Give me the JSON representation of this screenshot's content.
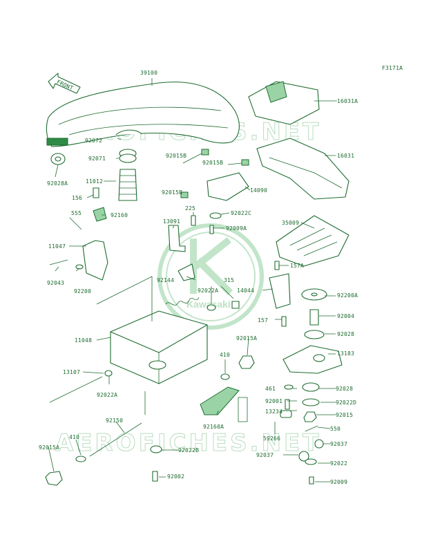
{
  "ref_code": "F3171A",
  "front_label": "FRONT",
  "watermark": "AEROFICHES.NET",
  "logo_text": "Kawasaki",
  "labels": [
    "39100",
    "16031A",
    "92072",
    "92071",
    "11012",
    "156",
    "92028A",
    "16031",
    "92015B",
    "92015B",
    "92015B",
    "14090",
    "225",
    "92022C",
    "13091",
    "92009A",
    "555",
    "92160",
    "35009",
    "11047",
    "157A",
    "92043",
    "92200",
    "92144",
    "92022A",
    "315",
    "14044",
    "92200A",
    "92004",
    "157",
    "92028",
    "92015A",
    "13183",
    "11048",
    "410",
    "13107",
    "92022A",
    "461",
    "92028",
    "92001",
    "92022D",
    "13234",
    "92015",
    "550",
    "92150",
    "59266",
    "92160A",
    "410",
    "92015A",
    "92022B",
    "92037",
    "92037",
    "92022",
    "92002",
    "92009"
  ]
}
